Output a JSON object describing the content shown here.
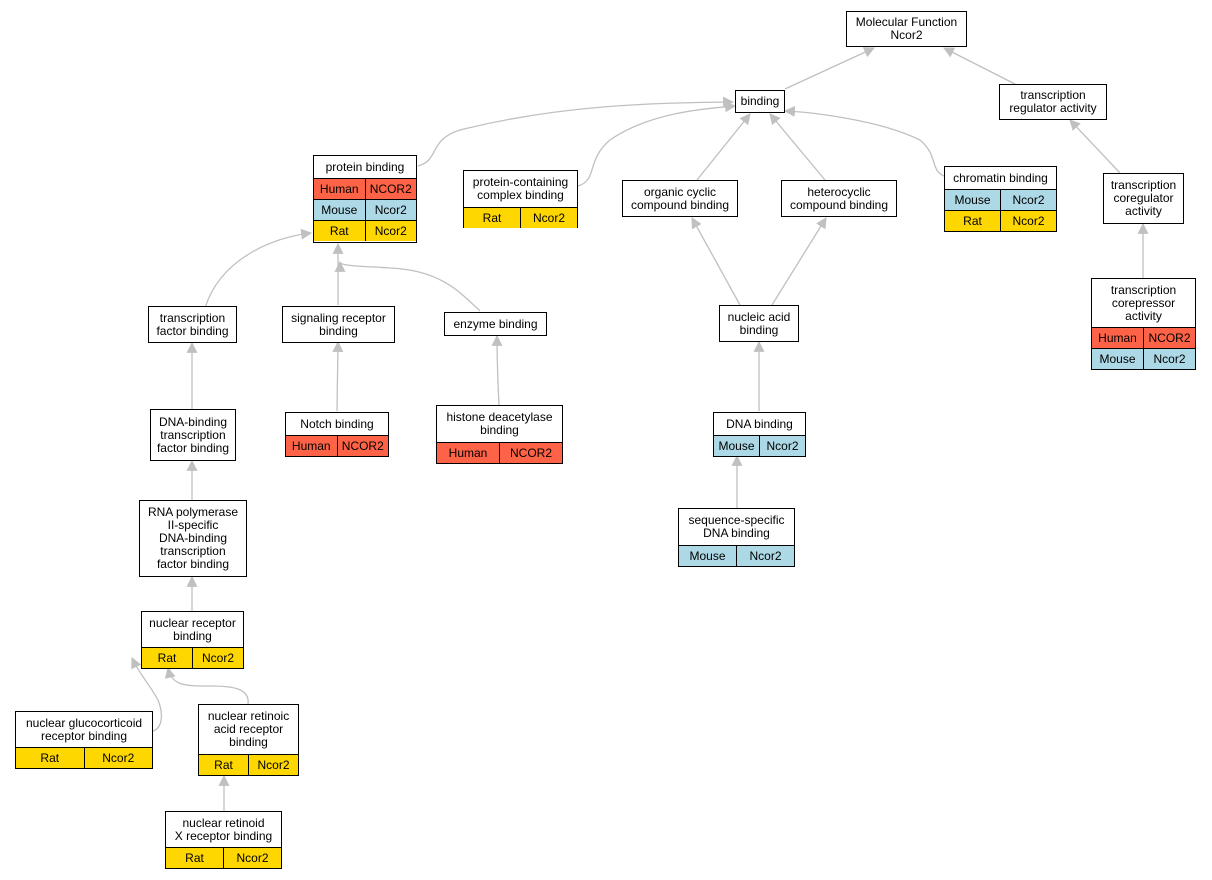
{
  "colors": {
    "human": "#ff6347",
    "mouse": "#add8e6",
    "rat": "#ffd700",
    "edge": "#c0c0c0"
  },
  "nodes": {
    "mf": {
      "title": "Molecular Function\nNcor2",
      "rows": []
    },
    "binding": {
      "title": "binding",
      "rows": []
    },
    "tra": {
      "title": "transcription\nregulator activity",
      "rows": []
    },
    "tca": {
      "title": "transcription\ncoregulator\nactivity",
      "rows": []
    },
    "tcra": {
      "title": "transcription\ncorepressor\nactivity",
      "rows": [
        {
          "species": "Human",
          "gene": "NCOR2"
        },
        {
          "species": "Mouse",
          "gene": "Ncor2"
        }
      ]
    },
    "pb": {
      "title": "protein binding",
      "rows": [
        {
          "species": "Human",
          "gene": "NCOR2"
        },
        {
          "species": "Mouse",
          "gene": "Ncor2"
        },
        {
          "species": "Rat",
          "gene": "Ncor2"
        }
      ]
    },
    "pccb": {
      "title": "protein-containing\ncomplex binding",
      "rows": [
        {
          "species": "Rat",
          "gene": "Ncor2"
        }
      ]
    },
    "occb": {
      "title": "organic cyclic\ncompound binding",
      "rows": []
    },
    "hcb": {
      "title": "heterocyclic\ncompound binding",
      "rows": []
    },
    "chb": {
      "title": "chromatin binding",
      "rows": [
        {
          "species": "Mouse",
          "gene": "Ncor2"
        },
        {
          "species": "Rat",
          "gene": "Ncor2"
        }
      ]
    },
    "tfb": {
      "title": "transcription\nfactor binding",
      "rows": []
    },
    "srb": {
      "title": "signaling receptor\nbinding",
      "rows": []
    },
    "eb": {
      "title": "enzyme binding",
      "rows": []
    },
    "nab": {
      "title": "nucleic acid\nbinding",
      "rows": []
    },
    "notch": {
      "title": "Notch binding",
      "rows": [
        {
          "species": "Human",
          "gene": "NCOR2"
        }
      ]
    },
    "hdb": {
      "title": "histone deacetylase\nbinding",
      "rows": [
        {
          "species": "Human",
          "gene": "NCOR2"
        }
      ]
    },
    "dtfb": {
      "title": "DNA-binding\ntranscription\nfactor binding",
      "rows": []
    },
    "dnab": {
      "title": "DNA binding",
      "rows": [
        {
          "species": "Mouse",
          "gene": "Ncor2"
        }
      ]
    },
    "ssdb": {
      "title": "sequence-specific\nDNA binding",
      "rows": [
        {
          "species": "Mouse",
          "gene": "Ncor2"
        }
      ]
    },
    "rnap": {
      "title": "RNA polymerase\nII-specific\nDNA-binding\ntranscription\nfactor binding",
      "rows": []
    },
    "nrb": {
      "title": "nuclear receptor\nbinding",
      "rows": [
        {
          "species": "Rat",
          "gene": "Ncor2"
        }
      ]
    },
    "ngrb": {
      "title": "nuclear glucocorticoid\nreceptor binding",
      "rows": [
        {
          "species": "Rat",
          "gene": "Ncor2"
        }
      ]
    },
    "nrarb": {
      "title": "nuclear retinoic\nacid receptor\nbinding",
      "rows": [
        {
          "species": "Rat",
          "gene": "Ncor2"
        }
      ]
    },
    "nrxrb": {
      "title": "nuclear retinoid\nX receptor binding",
      "rows": [
        {
          "species": "Rat",
          "gene": "Ncor2"
        }
      ]
    }
  }
}
